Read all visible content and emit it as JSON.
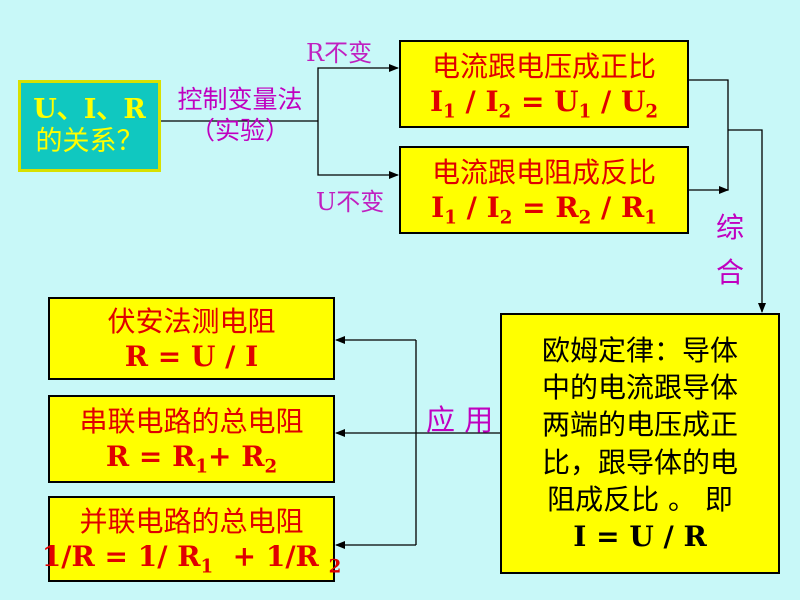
{
  "start_box": {
    "line1": "U、I、R",
    "line2": "的关系？"
  },
  "method": {
    "line1": "控制变量法",
    "line2": "（实验）"
  },
  "r_const_label": "R不变",
  "u_const_label": "U不变",
  "box_r_const": {
    "title": "电流跟电压成正比",
    "formula": {
      "a": "I",
      "a_sub": "1",
      "sep1": " / ",
      "b": "I",
      "b_sub": "2",
      "eq": " = ",
      "c": "U",
      "c_sub": "1",
      "sep2": " / ",
      "d": "U",
      "d_sub": "2"
    }
  },
  "box_u_const": {
    "title": "电流跟电阻成反比",
    "formula": {
      "a": "I",
      "a_sub": "1",
      "sep1": " / ",
      "b": "I",
      "b_sub": "2",
      "eq": " = ",
      "c": "R",
      "c_sub": "2",
      "sep2": " / ",
      "d": "R",
      "d_sub": "1"
    }
  },
  "synthesis_label": {
    "char1": "综",
    "char2": "合"
  },
  "ohm_law_box": {
    "lines": [
      "欧姆定律：导体",
      "中的电流跟导体",
      "两端的电压成正",
      "比，跟导体的电",
      "阻成反比 。 即"
    ],
    "formula": "I = U / R"
  },
  "application_label": "应 用",
  "app_box_1": {
    "title": "伏安法测电阻",
    "formula": "R = U / I"
  },
  "app_box_2": {
    "title": "串联电路的总电阻",
    "formula": {
      "a": "R = R",
      "a_sub": "1",
      "mid": "+ R",
      "b_sub": "2"
    }
  },
  "app_box_3": {
    "title": "并联电路的总电阻",
    "formula": {
      "a": "1/R = 1/ R",
      "a_sub": "1",
      "mid": "  + 1/R ",
      "b_sub": "2"
    }
  },
  "colors": {
    "background": "#c8f8f8",
    "box_fill": "#ffff00",
    "start_box_fill": "#10c8c0",
    "text_red": "#e00000",
    "label_magenta": "#c000c0"
  }
}
